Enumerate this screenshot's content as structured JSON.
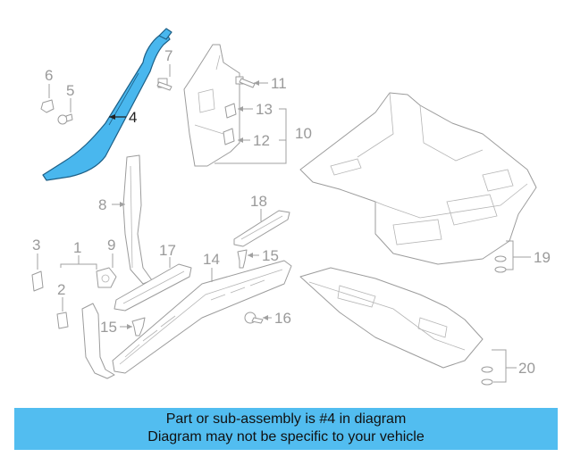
{
  "callouts": {
    "c1": "1",
    "c2": "2",
    "c3": "3",
    "c4": "4",
    "c5": "5",
    "c6": "6",
    "c7": "7",
    "c8": "8",
    "c9": "9",
    "c10": "10",
    "c11": "11",
    "c12": "12",
    "c13": "13",
    "c14": "14",
    "c15a": "15",
    "c15b": "15",
    "c16": "16",
    "c17": "17",
    "c18": "18",
    "c19": "19",
    "c20": "20"
  },
  "highlight_part": "4",
  "banner": {
    "line1": "Part or sub-assembly is #4 in diagram",
    "line2": "Diagram may not be specific to your vehicle"
  },
  "colors": {
    "highlight": "#49b7ee",
    "banner": "#52bdf0",
    "line_art": "#9c9c9c"
  }
}
